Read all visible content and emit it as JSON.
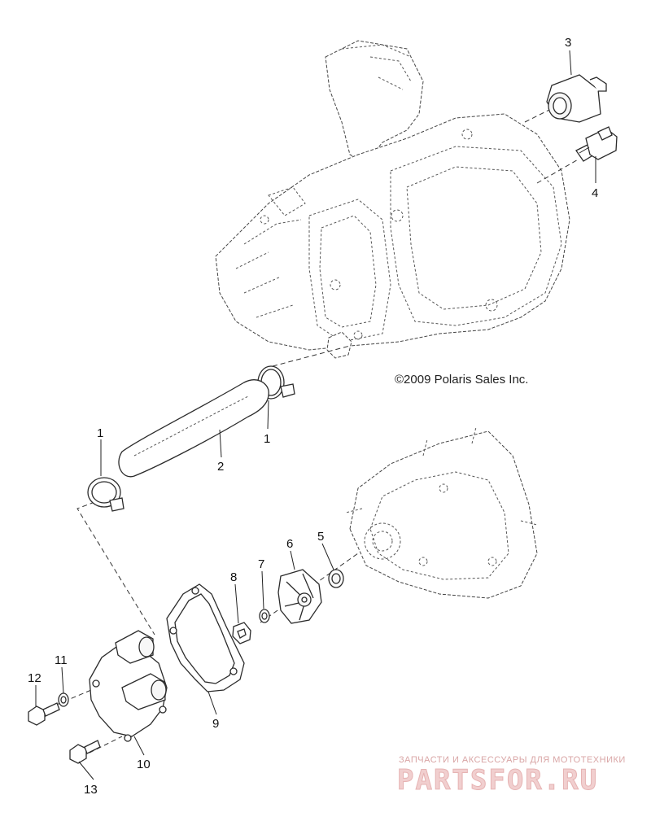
{
  "copyright": "©2009 Polaris Sales Inc.",
  "watermark": {
    "tagline": "ЗАПЧАСТИ И АКСЕССУАРЫ ДЛЯ МОТОТЕХНИКИ",
    "brand": "PARTSFOR.RU"
  },
  "callouts": {
    "clamp_upper": "1",
    "clamp_lower": "1",
    "hose": "2",
    "thermostat": "3",
    "temp_sensor": "4",
    "seal": "5",
    "impeller": "6",
    "washer_small": "7",
    "plug": "8",
    "gasket": "9",
    "pump_cover": "10",
    "washer_bolt": "11",
    "bolt_upper": "12",
    "bolt_lower": "13"
  }
}
